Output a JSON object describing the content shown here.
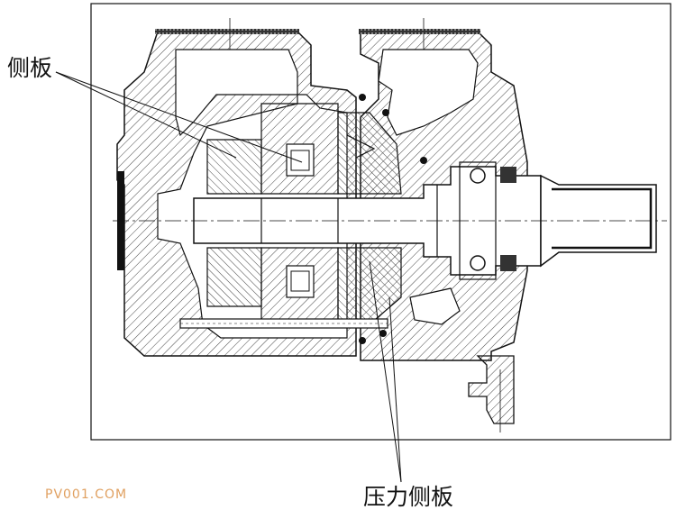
{
  "labels": {
    "side_plate": "侧板",
    "pressure_side_plate": "压力侧板"
  },
  "watermark": "PV001.COM",
  "colors": {
    "line": "#111111",
    "hatch": "#444444",
    "watermark": "#e0a060",
    "background": "#ffffff"
  }
}
